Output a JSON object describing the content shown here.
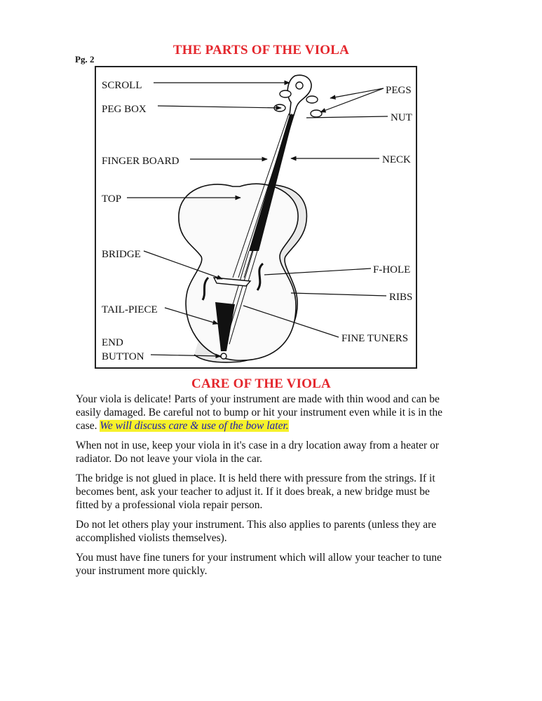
{
  "page_label": "Pg. 2",
  "title_parts": "THE PARTS OF THE VIOLA",
  "title_care": "CARE OF THE VIOLA",
  "labels": {
    "scroll": "SCROLL",
    "peg_box": "PEG BOX",
    "finger_board": "FINGER BOARD",
    "top": "TOP",
    "bridge": "BRIDGE",
    "tail_piece": "TAIL-PIECE",
    "end": "END",
    "button": "BUTTON",
    "pegs": "PEGS",
    "nut": "NUT",
    "neck": "NECK",
    "f_hole": "F-HOLE",
    "ribs": "RIBS",
    "fine_tuners": "FINE TUNERS"
  },
  "paragraphs": {
    "p1_text": "Your viola is delicate!  Parts of your instrument are made with thin wood and can be easily damaged.  Be careful not to bump or hit your instrument even while it is in the case. ",
    "p1_highlight": "We will discuss care & use of the bow later.",
    "p2": "When not in use, keep your viola in it's case in a dry location away from a heater or radiator.  Do not leave your viola in the car.",
    "p3": "The bridge is not glued in place.  It is held there with pressure from the strings.  If it becomes bent, ask your teacher to adjust it.  If it does break, a new bridge must be fitted by a professional viola repair person.",
    "p4": "Do not let others play your instrument.  This also applies to parents (unless they are accomplished violists themselves).",
    "p5": "You must have fine tuners for your instrument which will allow your teacher to tune your instrument more quickly."
  },
  "colors": {
    "title": "#e4262c",
    "highlight": "#f6f12a"
  }
}
